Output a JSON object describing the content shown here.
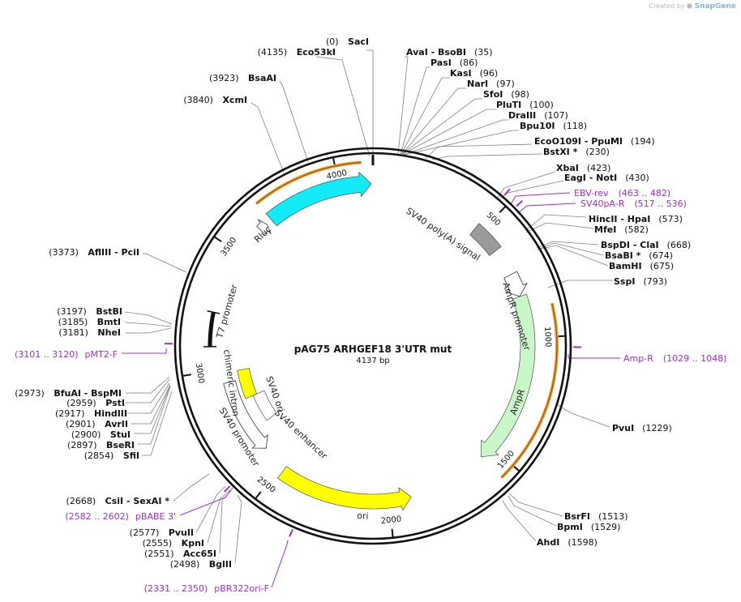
{
  "credit": {
    "prefix": "Created by",
    "brand": "SnapGene"
  },
  "plasmid": {
    "name": "pAG75 ARHGEF18 3'UTR mut",
    "length_label": "4137 bp",
    "length": 4137
  },
  "ticks": [
    "500",
    "1000",
    "1500",
    "2000",
    "2500",
    "3000",
    "3500",
    "4000"
  ],
  "sites": [
    {
      "name": "SacI",
      "pos": "(0)",
      "side": "L"
    },
    {
      "name": "Eco53kI",
      "pos": "(4135)",
      "side": "L"
    },
    {
      "name": "BsaAI",
      "pos": "(3923)",
      "side": "L"
    },
    {
      "name": "XcmI",
      "pos": "(3840)",
      "side": "L"
    },
    {
      "name": "AflIII - PciI",
      "pos": "(3373)",
      "side": "L"
    },
    {
      "name": "BstBI",
      "pos": "(3197)",
      "side": "L"
    },
    {
      "name": "BmtI",
      "pos": "(3185)",
      "side": "L"
    },
    {
      "name": "NheI",
      "pos": "(3181)",
      "side": "L"
    },
    {
      "name": "BfuAI - BspMI",
      "pos": "(2973)",
      "side": "L"
    },
    {
      "name": "PstI",
      "pos": "(2959)",
      "side": "L"
    },
    {
      "name": "HindIII",
      "pos": "(2917)",
      "side": "L"
    },
    {
      "name": "AvrII",
      "pos": "(2901)",
      "side": "L"
    },
    {
      "name": "StuI",
      "pos": "(2900)",
      "side": "L"
    },
    {
      "name": "BseRI",
      "pos": "(2897)",
      "side": "L"
    },
    {
      "name": "SfiI",
      "pos": "(2854)",
      "side": "L"
    },
    {
      "name": "CsiI - SexAI *",
      "pos": "(2668)",
      "side": "L"
    },
    {
      "name": "PvuII",
      "pos": "(2577)",
      "side": "L"
    },
    {
      "name": "KpnI",
      "pos": "(2555)",
      "side": "L"
    },
    {
      "name": "Acc65I",
      "pos": "(2551)",
      "side": "L"
    },
    {
      "name": "BglII",
      "pos": "(2498)",
      "side": "L"
    },
    {
      "name": "AvaI - BsoBI",
      "pos": "(35)",
      "side": "R"
    },
    {
      "name": "PasI",
      "pos": "(86)",
      "side": "R"
    },
    {
      "name": "KasI",
      "pos": "(96)",
      "side": "R"
    },
    {
      "name": "NarI",
      "pos": "(97)",
      "side": "R"
    },
    {
      "name": "SfoI",
      "pos": "(98)",
      "side": "R"
    },
    {
      "name": "PluTI",
      "pos": "(100)",
      "side": "R"
    },
    {
      "name": "DraIII",
      "pos": "(107)",
      "side": "R"
    },
    {
      "name": "Bpu10I",
      "pos": "(118)",
      "side": "R"
    },
    {
      "name": "EcoO109I - PpuMI",
      "pos": "(194)",
      "side": "R"
    },
    {
      "name": "BstXI *",
      "pos": "(230)",
      "side": "R"
    },
    {
      "name": "XbaI",
      "pos": "(423)",
      "side": "R"
    },
    {
      "name": "EagI - NotI",
      "pos": "(430)",
      "side": "R"
    },
    {
      "name": "HincII - HpaI",
      "pos": "(573)",
      "side": "R"
    },
    {
      "name": "MfeI",
      "pos": "(582)",
      "side": "R"
    },
    {
      "name": "BspDI - ClaI",
      "pos": "(668)",
      "side": "R"
    },
    {
      "name": "BsaBI *",
      "pos": "(674)",
      "side": "R"
    },
    {
      "name": "BamHI",
      "pos": "(675)",
      "side": "R"
    },
    {
      "name": "SspI",
      "pos": "(793)",
      "side": "R"
    },
    {
      "name": "PvuI",
      "pos": "(1229)",
      "side": "R"
    },
    {
      "name": "BsrFI",
      "pos": "(1513)",
      "side": "R"
    },
    {
      "name": "BpmI",
      "pos": "(1529)",
      "side": "R"
    },
    {
      "name": "AhdI",
      "pos": "(1598)",
      "side": "R"
    }
  ],
  "primers": [
    {
      "name": "EBV-rev",
      "range": "(463 .. 482)"
    },
    {
      "name": "SV40pA-R",
      "range": "(517 .. 536)"
    },
    {
      "name": "Amp-R",
      "range": "(1029 .. 1048)"
    },
    {
      "name": "pMT2-F",
      "range": "(3101 .. 3120)"
    },
    {
      "name": "pBABE 3'",
      "range": "(2582 .. 2602)"
    },
    {
      "name": "pBR322ori-F",
      "range": "(2331 .. 2350)"
    }
  ],
  "features": [
    "SV40 poly(A) signal",
    "AmpR promoter",
    "AmpR",
    "ori",
    "SV40 ori",
    "SV40 enhancer",
    "SV40 promoter",
    "chimeric intron",
    "T7 promoter",
    "Rluc"
  ],
  "colors": {
    "ring": "#111111",
    "rluc": "#11ecf8",
    "ampr": "#c9f7c9",
    "ori": "#ffff00",
    "sv40ori": "#ffff00",
    "polyA": "#9b9b9b",
    "orf": "#f0a030",
    "primer": "#9b30c8",
    "leader": "#808080"
  }
}
